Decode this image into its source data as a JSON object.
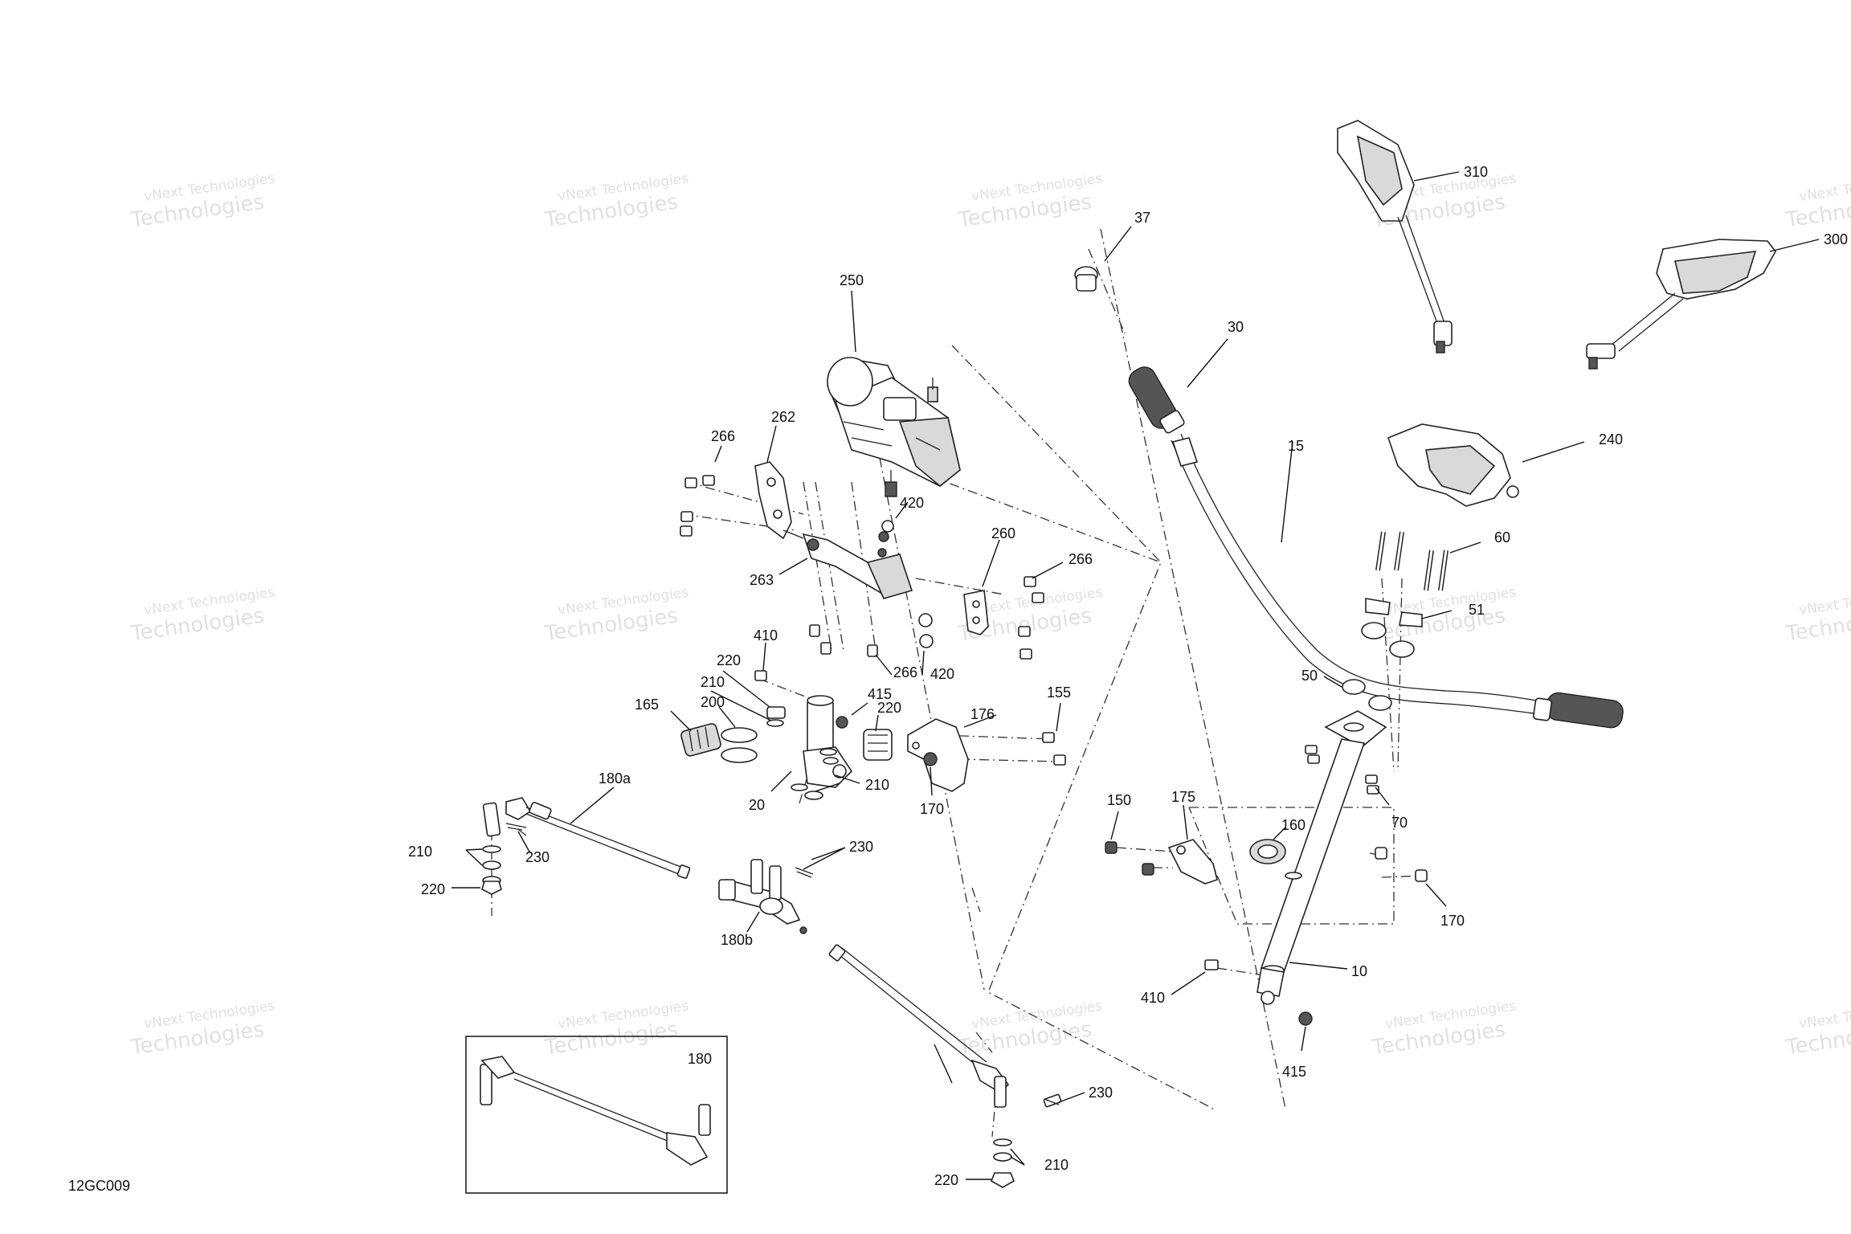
{
  "drawing_code": "12GC009",
  "watermark": {
    "line1": "vNext Technologies",
    "line2": "Technologies"
  },
  "callouts": {
    "c10": "10",
    "c15": "15",
    "c20": "20",
    "c30": "30",
    "c37": "37",
    "c50": "50",
    "c51": "51",
    "c60": "60",
    "c70": "70",
    "c150": "150",
    "c155": "155",
    "c160": "160",
    "c165": "165",
    "c170a": "170",
    "c170b": "170",
    "c175": "175",
    "c176": "176",
    "c180": "180",
    "c180a": "180a",
    "c180b": "180b",
    "c200": "200",
    "c210a": "210",
    "c210b": "210",
    "c210c": "210",
    "c210d": "210",
    "c220a": "220",
    "c220b": "220",
    "c220c": "220",
    "c220d": "220",
    "c230a": "230",
    "c230b": "230",
    "c230c": "230",
    "c240": "240",
    "c250": "250",
    "c260": "260",
    "c262": "262",
    "c263": "263",
    "c266a": "266",
    "c266b": "266",
    "c266c": "266",
    "c300": "300",
    "c310": "310",
    "c410a": "410",
    "c410b": "410",
    "c415a": "415",
    "c415b": "415",
    "c420a": "420",
    "c420b": "420"
  }
}
